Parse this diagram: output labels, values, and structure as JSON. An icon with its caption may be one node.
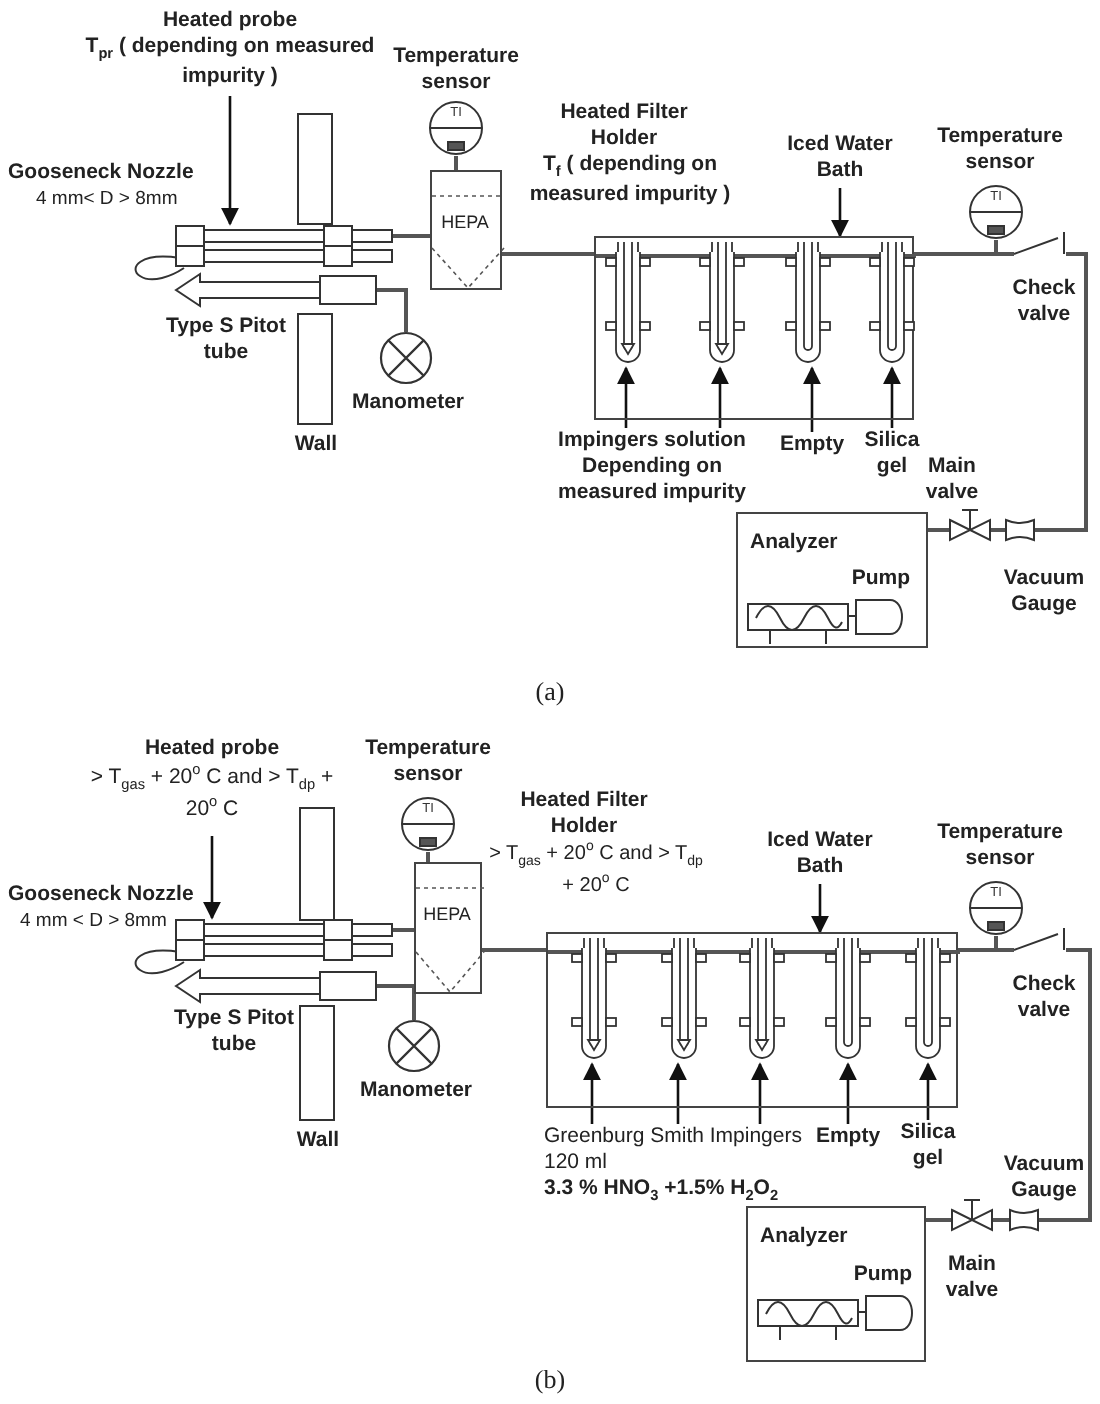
{
  "diagram": {
    "nodes": [
      {
        "text": [
          "Heated probe",
          "T$_{pr}$ ( depending on measured impurity )"
        ]
      },
      {
        "text": [],
        "shape": "tube"
      },
      {
        "text": [],
        "shape": "tube",
        "beside": [
          "Type S Pitot tube"
        ]
      },
      {
        "text": [],
        "shape": "circle",
        "beside": [
          "Manometer"
        ]
      },
      {
        "text": [
          "TI"
        ],
        "beside": [
          "Temperature sensor"
        ]
      },
      {
        "text": [
          "HEPA"
        ]
      },
      {
        "text": [],
        "shape": "box"
      },
      {
        "text": [],
        "shape": "tube",
        "in": 6
      },
      {
        "text": [],
        "shape": "tube",
        "in": 6
      },
      {
        "text": [],
        "shape": "tube",
        "in": 6
      },
      {
        "text": [],
        "shape": "tube",
        "in": 6
      },
      {
        "text": [
          "Iced Water Bath"
        ]
      },
      {
        "text": [
          "Impingers solution Depending on measured impurity"
        ]
      },
      {
        "text": [
          "Empty"
        ]
      },
      {
        "text": [
          "Silica gel"
        ]
      },
      {
        "text": [
          "TI"
        ],
        "beside": [
          "Temperature sensor"
        ]
      },
      {
        "text": [
          "Analyzer"
        ]
      },
      {
        "text": [
          "Pump"
        ],
        "in": 16
      },
      {
        "text": [
          "Heated probe",
          "> T$_{gas}$ + 20$^{o}$ C and > T$_{dp}$ + 20$^{o}$ C"
        ]
      },
      {
        "text": [],
        "shape": "tube"
      },
      {
        "text": [],
        "shape": "tube",
        "beside": [
          "Type S Pitot tube"
        ]
      },
      {
        "text": [],
        "shape": "circle",
        "beside": [
          "Manometer"
        ]
      },
      {
        "text": [
          "TI"
        ],
        "beside": [
          "Temperature sensor"
        ]
      },
      {
        "text": [
          "HEPA"
        ]
      },
      {
        "text": [],
        "shape": "box"
      },
      {
        "text": [],
        "shape": "tube",
        "in": 24
      },
      {
        "text": [],
        "shape": "tube",
        "in": 24
      },
      {
        "text": [],
        "shape": "tube",
        "in": 24
      },
      {
        "text": [],
        "shape": "tube",
        "in": 24
      },
      {
        "text": [],
        "shape": "tube",
        "in": 24
      },
      {
        "text": [
          "Iced Water Bath"
        ]
      },
      {
        "text": [
          "Greenburg Smith Impingers 120 ml",
          "**3.3 % HNO$_{3}$ +1.5% H$_{2}$O$_{2}$**"
        ]
      },
      {
        "text": [
          "Empty"
        ]
      },
      {
        "text": [
          "Silica gel"
        ]
      },
      {
        "text": [
          "TI"
        ],
        "beside": [
          "Temperature sensor"
        ]
      },
      {
        "text": [
          "Analyzer"
        ]
      },
      {
        "text": [
          "Pump"
        ],
        "in": 35
      },
      {
        "text": [],
        "shape": "valve",
        "beside": [
          "Check valve"
        ]
      },
      {
        "text": [],
        "shape": "gauge",
        "beside": [
          "Vacuum Gauge"
        ]
      },
      {
        "text": [],
        "shape": "valve",
        "beside": [
          "Main valve"
        ]
      },
      {
        "text": [],
        "shape": "valve",
        "beside": [
          "Check valve"
        ]
      },
      {
        "text": [],
        "shape": "gauge",
        "beside": [
          "Vacuum Gauge"
        ]
      },
      {
        "text": [],
        "shape": "valve",
        "beside": [
          "Main valve"
        ]
      }
    ],
    "edges": [
      {
        "from": 0,
        "to": 1,
        "arrow": "to"
      },
      {
        "from": 1,
        "to": 5,
        "arrow": "none"
      },
      {
        "from": 2,
        "to": 3,
        "arrow": "none"
      },
      {
        "from": 4,
        "to": 5,
        "arrow": "none"
      },
      {
        "from": 5,
        "to": 6,
        "arrow": "none"
      },
      {
        "from": 11,
        "to": 6,
        "arrow": "to"
      },
      {
        "from": 12,
        "to": 7,
        "arrow": "to"
      },
      {
        "from": 12,
        "to": 8,
        "arrow": "to"
      },
      {
        "from": 13,
        "to": 9,
        "arrow": "to"
      },
      {
        "from": 14,
        "to": 10,
        "arrow": "to"
      },
      {
        "from": 6,
        "to": 37,
        "arrow": "none"
      },
      {
        "from": 15,
        "to": 37,
        "arrow": "none"
      },
      {
        "from": 37,
        "to": 38,
        "arrow": "none"
      },
      {
        "from": 38,
        "to": 39,
        "arrow": "none"
      },
      {
        "from": 39,
        "to": 16,
        "arrow": "none"
      },
      {
        "from": 18,
        "to": 19,
        "arrow": "to"
      },
      {
        "from": 19,
        "to": 23,
        "arrow": "none"
      },
      {
        "from": 20,
        "to": 21,
        "arrow": "none"
      },
      {
        "from": 22,
        "to": 23,
        "arrow": "none"
      },
      {
        "from": 23,
        "to": 24,
        "arrow": "none"
      },
      {
        "from": 30,
        "to": 24,
        "arrow": "to"
      },
      {
        "from": 31,
        "to": 25,
        "arrow": "to"
      },
      {
        "from": 31,
        "to": 26,
        "arrow": "to"
      },
      {
        "from": 31,
        "to": 27,
        "arrow": "to"
      },
      {
        "from": 32,
        "to": 28,
        "arrow": "to"
      },
      {
        "from": 33,
        "to": 29,
        "arrow": "to"
      },
      {
        "from": 24,
        "to": 40,
        "arrow": "none"
      },
      {
        "from": 34,
        "to": 40,
        "arrow": "none"
      },
      {
        "from": 40,
        "to": 41,
        "arrow": "none"
      },
      {
        "from": 41,
        "to": 42,
        "arrow": "none"
      },
      {
        "from": 42,
        "to": 35,
        "arrow": "none"
      }
    ],
    "labels": [
      "Gooseneck Nozzle",
      "4 mm< D > 8mm",
      "Heated Filter Holder",
      "T$_{f}$ ( depending on measured impurity )",
      "Wall",
      "(a)",
      "Gooseneck Nozzle",
      "4 mm < D > 8mm",
      "Heated Filter Holder",
      "> T$_{gas}$ + 20$^{o}$ C and > T$_{dp}$ + 20$^{o}$ C",
      "Wall",
      "(b)"
    ]
  }
}
